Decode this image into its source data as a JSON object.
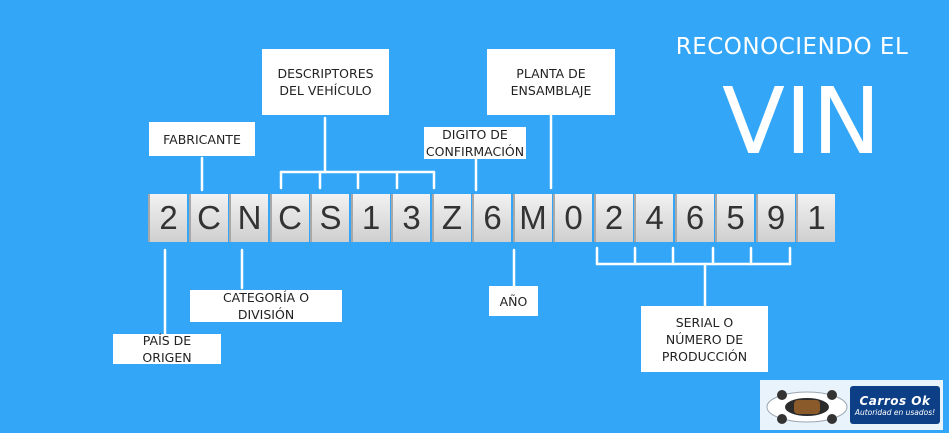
{
  "title": {
    "line1": "RECONOCIENDO EL",
    "line2": "VIN"
  },
  "vin": [
    "2",
    "C",
    "N",
    "C",
    "S",
    "1",
    "3",
    "Z",
    "6",
    "M",
    "0",
    "2",
    "4",
    "6",
    "5",
    "9",
    "1"
  ],
  "labels": {
    "fabricante": "FABRICANTE",
    "descriptores": "DESCRIPTORES DEL VEHÍCULO",
    "digito": "DIGITO DE CONFIRMACIÓN",
    "planta": "PLANTA DE ENSAMBLAJE",
    "categoria": "CATEGORÍA O DIVISIÓN",
    "pais": "PAÍS DE ORIGEN",
    "anio": "AÑO",
    "serial": "SERIAL O NÚMERO DE PRODUCCIÓN"
  },
  "logo": {
    "name": "Carros Ok",
    "tagline": "Autoridad en usados!"
  },
  "colors": {
    "background": "#33a6f7",
    "label_bg": "#ffffff",
    "logo_badge": "#0d3f86"
  }
}
